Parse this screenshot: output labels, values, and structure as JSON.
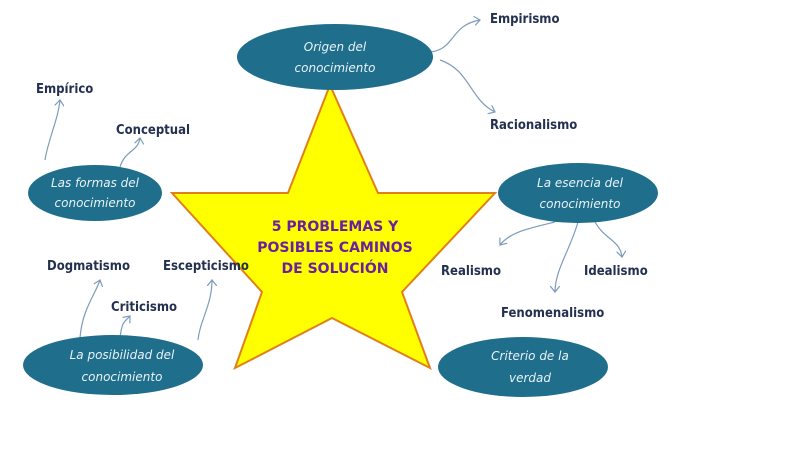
{
  "center": {
    "lines": [
      "5 PROBLEMAS  Y",
      "POSIBLES CAMINOS",
      "DE SOLUCIÓN"
    ],
    "fill": "#ffff00",
    "stroke": "#e0801a",
    "text_color": "#6a1fa0"
  },
  "nodes": [
    {
      "lines": [
        "Origen del",
        "conocimiento"
      ]
    },
    {
      "lines": [
        "Las formas del",
        "conocimiento"
      ]
    },
    {
      "lines": [
        "La esencia del",
        "conocimiento"
      ]
    },
    {
      "lines": [
        "La posibilidad del",
        "conocimiento"
      ]
    },
    {
      "lines": [
        "Criterio de la",
        "verdad"
      ]
    }
  ],
  "branches": [
    "Empirismo",
    "Racionalismo",
    "Empírico",
    "Conceptual",
    "Realismo",
    "Idealismo",
    "Fenomenalismo",
    "Dogmatismo",
    "Escepticismo",
    "Criticismo"
  ],
  "colors": {
    "node": "#1f6e8c",
    "label": "#23304f",
    "arrow": "#7d9cba"
  }
}
